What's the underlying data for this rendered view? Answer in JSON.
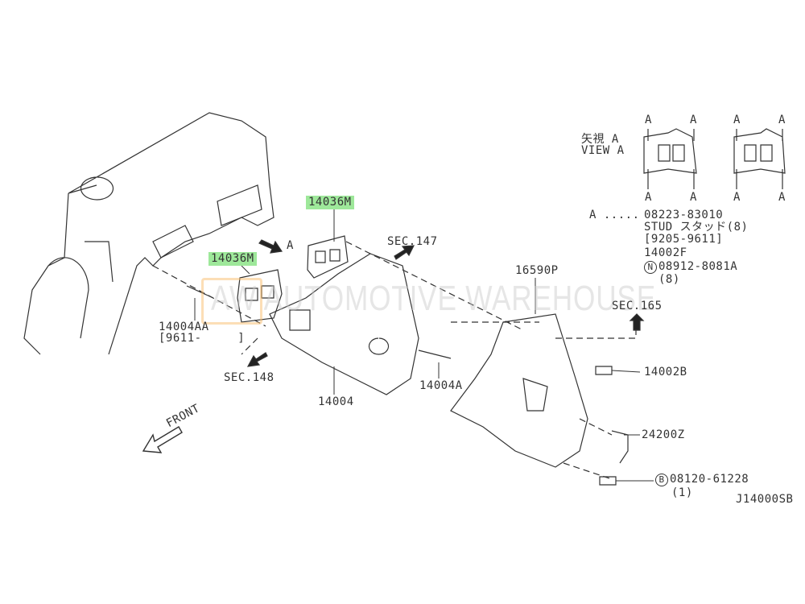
{
  "diagram_code": "J14000SB",
  "watermark": "AW AUTOMOTIVE WAREHOUSE",
  "view_a": {
    "title_jp": "矢視 A",
    "title_en": "VIEW A",
    "pin_label": "A"
  },
  "legend": {
    "a_prefix": "A .....",
    "a_part": "08223-83010",
    "a_desc": "STUD スタッド(8)",
    "a_range": "[9205-9611]",
    "part_14002f": "14002F",
    "n_symbol": "N",
    "n_part": "08912-8081A",
    "n_qty": "(8)"
  },
  "callouts": {
    "gasket_upper": "14036M",
    "gasket_lower": "14036M",
    "view_arrow": "A",
    "sec147": "SEC.147",
    "sec148": "SEC.148",
    "sec165": "SEC.165",
    "stud_14004aa": "14004AA",
    "stud_14004aa_range": "[9611-     ]",
    "manifold": "14004",
    "stud_14004a": "14004A",
    "heat_shield": "16590P",
    "bolt_14002b": "14002B",
    "bracket": "24200Z",
    "b_symbol": "B",
    "bolt_b_part": "08120-61228",
    "bolt_b_qty": "(1)",
    "front": "FRONT"
  }
}
